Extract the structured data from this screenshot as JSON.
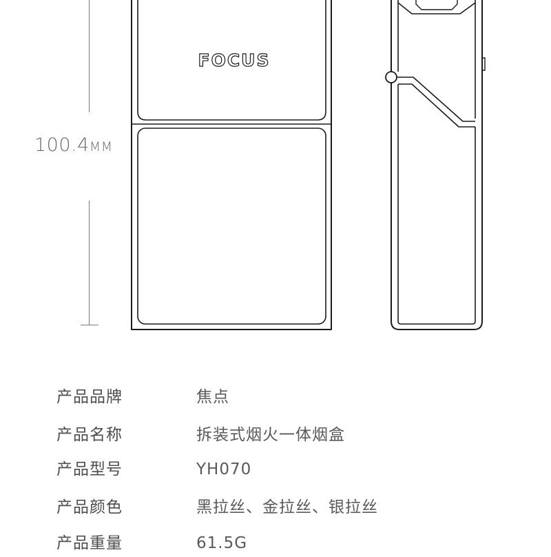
{
  "dimension": {
    "value": "100.4",
    "unit": "MM"
  },
  "product_front": {
    "brand_logo_text": "FOCUS"
  },
  "specs": [
    {
      "label": "产品品牌",
      "value": "焦点"
    },
    {
      "label": "产品名称",
      "value": "拆装式烟火一体烟盒"
    },
    {
      "label": "产品型号",
      "value": "YH070"
    },
    {
      "label": "产品颜色",
      "value": "黑拉丝、金拉丝、银拉丝"
    },
    {
      "label": "产品重量",
      "value": "61.5G"
    }
  ],
  "colors": {
    "line": "#1a1a1a",
    "text": "#4a4a4a",
    "dimension": "#7a7a7a"
  }
}
